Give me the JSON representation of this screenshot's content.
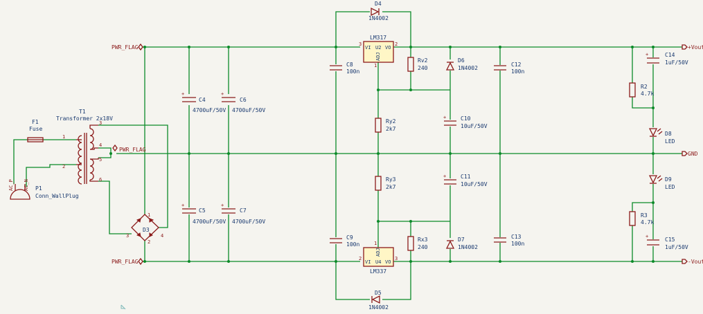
{
  "nets": {
    "pwr_flag": "PWR_FLAG",
    "vout_pos": "+Vout",
    "vout_neg": "-Vout",
    "gnd": "GND"
  },
  "parts": {
    "F1": {
      "ref": "F1",
      "value": "Fuse"
    },
    "T1": {
      "ref": "T1",
      "value": "Transformer 2x18V",
      "pins": [
        "1",
        "2",
        "3",
        "4",
        "5",
        "6"
      ]
    },
    "P1": {
      "ref": "P1",
      "value": "Conn_WallPlug",
      "pins": [
        "AC_P",
        "AC_N"
      ]
    },
    "D3": {
      "ref": "D3",
      "pins": [
        "1",
        "2",
        "3",
        "4"
      ]
    },
    "C4": {
      "ref": "C4",
      "value": "4700uF/50V"
    },
    "C5": {
      "ref": "C5",
      "value": "4700uF/50V"
    },
    "C6": {
      "ref": "C6",
      "value": "4700uF/50V"
    },
    "C7": {
      "ref": "C7",
      "value": "4700uF/50V"
    },
    "D4": {
      "ref": "D4",
      "value": "1N4002"
    },
    "D5": {
      "ref": "D5",
      "value": "1N4002"
    },
    "U2": {
      "ref": "U2",
      "value": "LM317",
      "pins": {
        "vi": "VI",
        "vo": "VO",
        "adj": "ADJ"
      },
      "pin_numbers": [
        "3",
        "2",
        "1"
      ]
    },
    "U4": {
      "ref": "U4",
      "value": "LM337",
      "pins": {
        "vi": "VI",
        "vo": "VO",
        "adj": "ADJ"
      },
      "pin_numbers": [
        "2",
        "3",
        "1"
      ]
    },
    "C8": {
      "ref": "C8",
      "value": "100n"
    },
    "C9": {
      "ref": "C9",
      "value": "100n"
    },
    "Rv2": {
      "ref": "Rv2",
      "value": "240"
    },
    "Rx3": {
      "ref": "Rx3",
      "value": "240"
    },
    "Ry2": {
      "ref": "Ry2",
      "value": "2k7"
    },
    "Ry3": {
      "ref": "Ry3",
      "value": "2k7"
    },
    "D6": {
      "ref": "D6",
      "value": "1N4002"
    },
    "D7": {
      "ref": "D7",
      "value": "1N4002"
    },
    "C10": {
      "ref": "C10",
      "value": "10uF/50V"
    },
    "C11": {
      "ref": "C11",
      "value": "10uF/50V"
    },
    "C12": {
      "ref": "C12",
      "value": "100n"
    },
    "C13": {
      "ref": "C13",
      "value": "100n"
    },
    "R2": {
      "ref": "R2",
      "value": "4.7k"
    },
    "R3": {
      "ref": "R3",
      "value": "4.7k"
    },
    "D8": {
      "ref": "D8",
      "value": "LED"
    },
    "D9": {
      "ref": "D9",
      "value": "LED"
    },
    "C14": {
      "ref": "C14",
      "value": "1uF/50V"
    },
    "C15": {
      "ref": "C15",
      "value": "1uF/50V"
    }
  },
  "colors": {
    "wire": "#0b8a28",
    "component": "#8b1a1a",
    "text": "#17376e",
    "ic_fill": "#fff6c6",
    "background": "#f5f4ef"
  }
}
